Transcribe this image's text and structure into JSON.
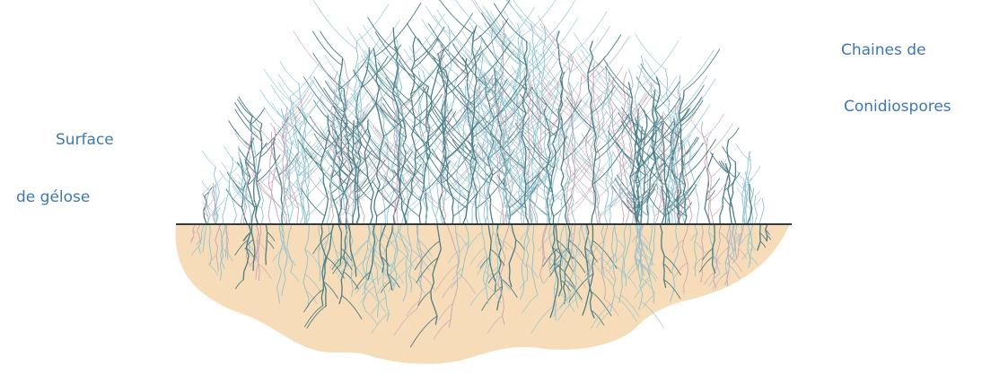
{
  "labels": {
    "surface_line1": "Surface",
    "surface_line2": "de gélose",
    "chains_line1": "Chaines de",
    "chains_line2": "Conidiospores"
  },
  "colors": {
    "label_text": "#3d78b4",
    "agar": "#f6dcb8",
    "hyphae_dark": "#4f7f86",
    "hyphae_light": "#8fc3cf",
    "hyphae_pink": "#c9a6b4",
    "agar_surface_line": "#2e3a3c"
  }
}
